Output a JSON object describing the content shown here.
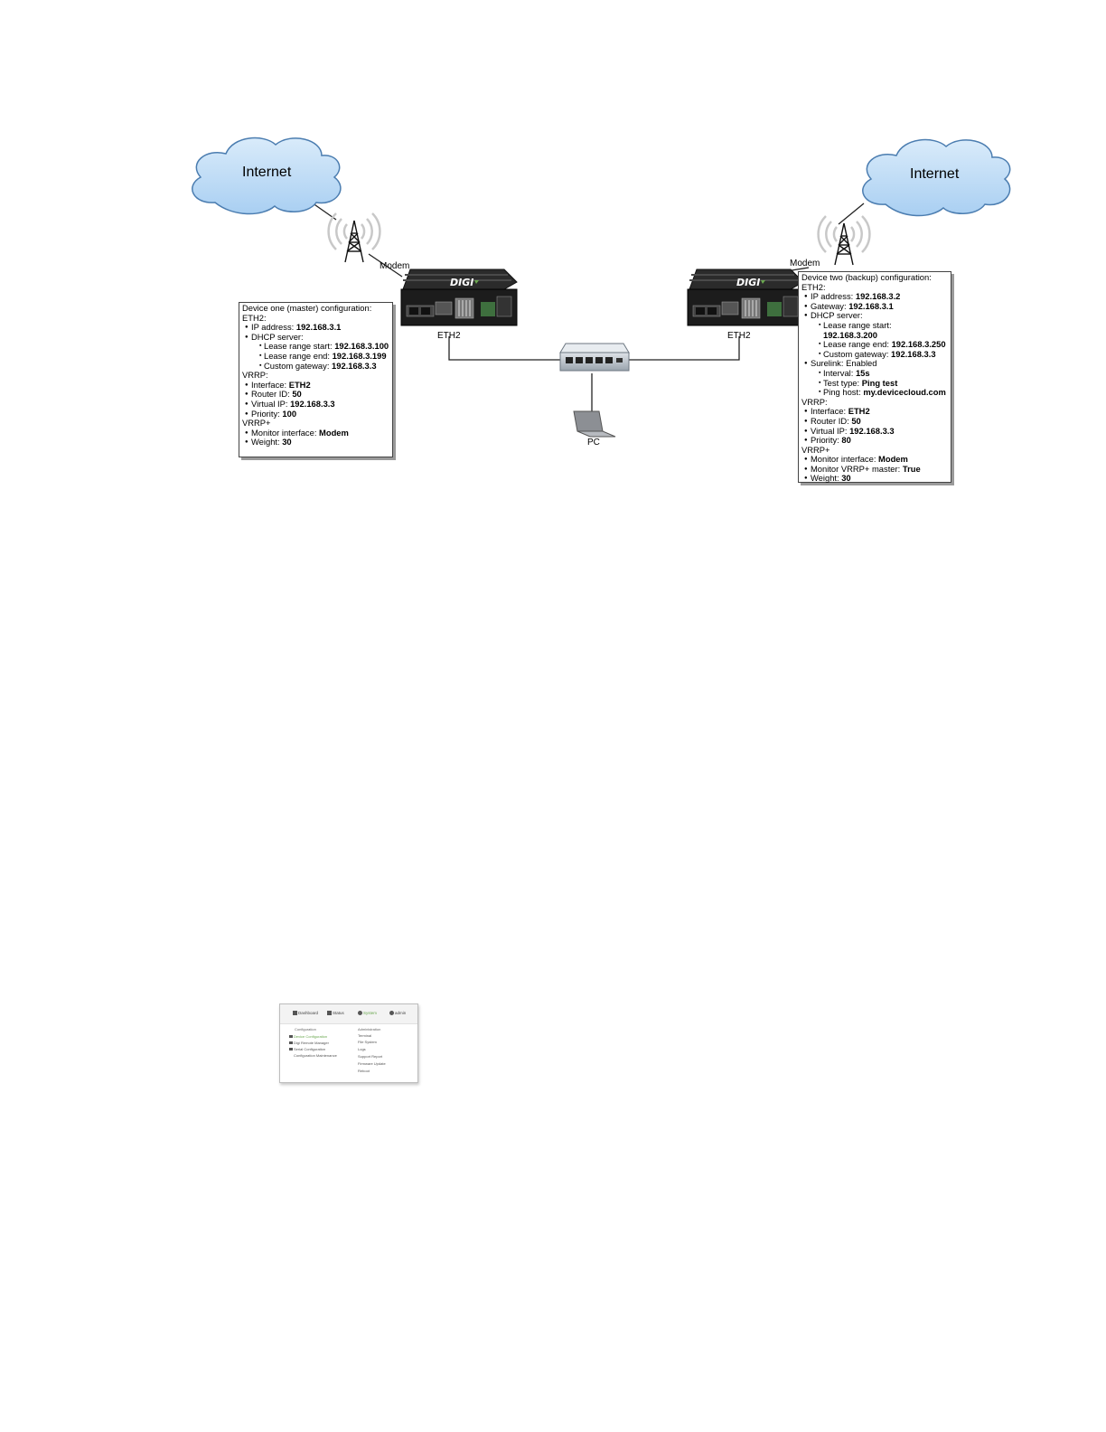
{
  "diagram": {
    "clouds": [
      {
        "id": "left",
        "label": "Internet"
      },
      {
        "id": "right",
        "label": "Internet"
      }
    ],
    "modem_labels": [
      "Modem",
      "Modem"
    ],
    "port_labels": [
      "ETH2",
      "ETH2"
    ],
    "device_brand": "DIGI",
    "pc_label": "PC",
    "icons": [
      "cloud-icon",
      "cell-tower-icon",
      "router-icon",
      "network-switch-icon",
      "laptop-icon"
    ]
  },
  "master_config": {
    "title": "Device one (master) configuration:",
    "eth2": {
      "heading": "ETH2:",
      "ip": {
        "label": "IP address: ",
        "value": "192.168.3.1"
      },
      "dhcp": {
        "label": "DHCP server:"
      },
      "lease_start": {
        "label": "Lease range start: ",
        "value": "192.168.3.100"
      },
      "lease_end": {
        "label": "Lease range end: ",
        "value": "192.168.3.199"
      },
      "custom_gw": {
        "label": "Custom gateway: ",
        "value": "192.168.3.3"
      }
    },
    "vrrp": {
      "heading": "VRRP:",
      "interface": {
        "label": "Interface: ",
        "value": "ETH2"
      },
      "router_id": {
        "label": "Router ID: ",
        "value": "50"
      },
      "virtual_ip": {
        "label": "Virtual IP: ",
        "value": "192.168.3.3"
      },
      "priority": {
        "label": "Priority: ",
        "value": "100"
      }
    },
    "vrrp_plus": {
      "heading": "VRRP+",
      "monitor": {
        "label": "Monitor interface: ",
        "value": "Modem"
      },
      "weight": {
        "label": "Weight: ",
        "value": "30"
      }
    }
  },
  "backup_config": {
    "title": "Device two (backup) configuration:",
    "eth2": {
      "heading": "ETH2:",
      "ip": {
        "label": "IP address: ",
        "value": "192.168.3.2"
      },
      "gateway": {
        "label": "Gateway: ",
        "value": "192.168.3.1"
      },
      "dhcp": {
        "label": "DHCP server:"
      },
      "lease_start": {
        "label": "Lease range start: ",
        "value": "192.168.3.200"
      },
      "lease_end": {
        "label": "Lease range end: ",
        "value": "192.168.3.250"
      },
      "custom_gw": {
        "label": "Custom gateway: ",
        "value": "192.168.3.3"
      },
      "surelink": {
        "label": "Surelink: Enabled"
      },
      "interval": {
        "label": "Interval: ",
        "value": "15s"
      },
      "test_type": {
        "label": "Test type: ",
        "value": "Ping test"
      },
      "ping_host": {
        "label": "Ping host: ",
        "value": "my.devicecloud.com"
      }
    },
    "vrrp": {
      "heading": "VRRP:",
      "interface": {
        "label": "Interface: ",
        "value": "ETH2"
      },
      "router_id": {
        "label": "Router ID: ",
        "value": "50"
      },
      "virtual_ip": {
        "label": "Virtual IP: ",
        "value": "192.168.3.3"
      },
      "priority": {
        "label": "Priority: ",
        "value": "80"
      }
    },
    "vrrp_plus": {
      "heading": "VRRP+",
      "monitor": {
        "label": "Monitor interface: ",
        "value": "Modem"
      },
      "monitor_master": {
        "label": "Monitor VRRP+ master: ",
        "value": "True"
      },
      "weight": {
        "label": "Weight: ",
        "value": "30"
      }
    }
  },
  "menu": {
    "top": {
      "dashboard": "Dashboard",
      "status": "Status",
      "system": "System",
      "admin": "admin"
    },
    "columns": {
      "left": "Configuration",
      "right": "Administration"
    },
    "left_items": [
      "Device Configuration",
      "Digi Remote Manager",
      "Serial Configuration",
      "Configuration Maintenance"
    ],
    "right_items": [
      "Terminal",
      "File System",
      "Logs",
      "Support Report",
      "Firmware Update",
      "Reboot"
    ],
    "accent": "#6aa84f"
  }
}
